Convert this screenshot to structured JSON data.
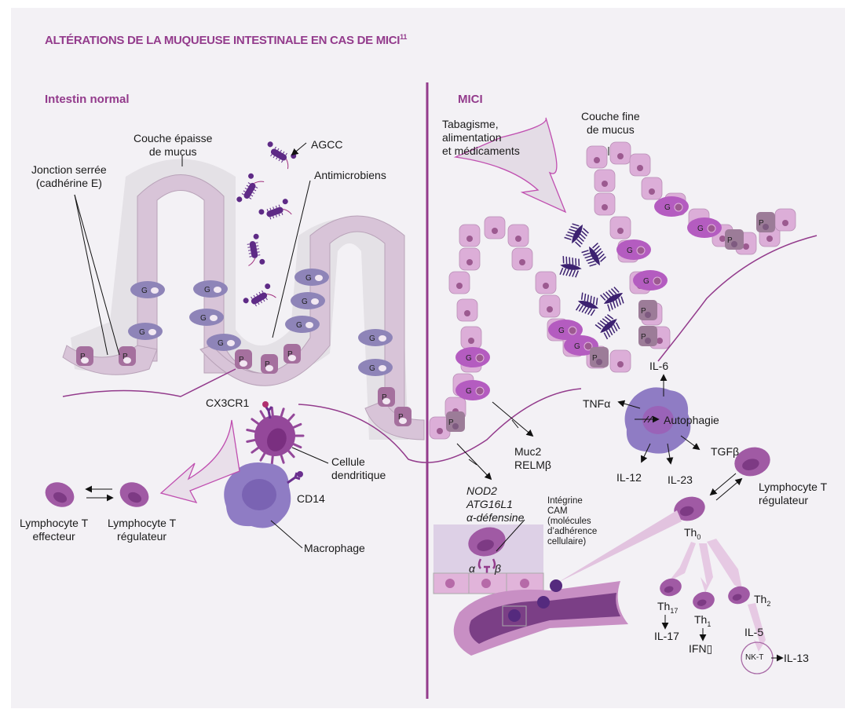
{
  "title": "ALTÉRATIONS DE LA MUQUEUSE INTESTINALE EN CAS DE MICI",
  "title_ref": "11",
  "colors": {
    "accent": "#933b8c",
    "panel_bg": "#f3f1f5",
    "normal_cell": "#d8c4d8",
    "normal_goblet": "#8e84b8",
    "normal_paneth": "#a5709e",
    "mici_cell": "#dcaed8",
    "mici_goblet": "#b45cc0",
    "mici_paneth": "#9c7c98",
    "bacteria": "#5e2a86",
    "macrophage": "#8f7cc4",
    "dendritic": "#94489a",
    "lymphocyte": "#a05aa4",
    "vessel": "#7b3f86"
  },
  "normal": {
    "heading": "Intestin normal",
    "labels": {
      "mucus": [
        "Couche épaisse",
        "de mucus"
      ],
      "tight_junction": [
        "Jonction serrée",
        "(cadhérine E)"
      ],
      "agcc": "AGCC",
      "antimicrobial": "Antimicrobiens",
      "cx3cr1": "CX3CR1",
      "dendritic": [
        "Cellule",
        "dendritique"
      ],
      "cd14": "CD14",
      "macrophage": "Macrophage",
      "t_effector": [
        "Lymphocyte T",
        "effecteur"
      ],
      "t_regulator": [
        "Lymphocyte T",
        "régulateur"
      ]
    },
    "cell_marks": {
      "goblet": "G",
      "paneth": "P"
    }
  },
  "mici": {
    "heading": "MICI",
    "labels": {
      "triggers": [
        "Tabagisme,",
        "alimentation",
        "et médicaments"
      ],
      "mucus": [
        "Couche fine",
        "de mucus"
      ],
      "il6": "IL-6",
      "tnfa": "TNFα",
      "autophagy": "Autophagie",
      "tgfb": "TGFβ",
      "il12": "IL-12",
      "il23": "IL-23",
      "t_regulator": [
        "Lymphocyte T",
        "régulateur"
      ],
      "muc2": [
        "Muc2",
        "RELMβ"
      ],
      "genes": [
        "NOD2",
        "ATG16L1",
        "α-défensine"
      ],
      "integrin": [
        "Intégrine",
        "CAM",
        "(molécules",
        "d’adhérence",
        "cellulaire)"
      ],
      "alpha": "α",
      "beta": "β",
      "th0": "Th",
      "th0_sub": "0",
      "th17": "Th",
      "th17_sub": "17",
      "il17": "IL-17",
      "th1": "Th",
      "th1_sub": "1",
      "ifn": "IFN▯",
      "th2": "Th",
      "th2_sub": "2",
      "il5": "IL-5",
      "nkt": "NK-T",
      "il13": "IL-13"
    },
    "cell_marks": {
      "goblet": "G",
      "paneth": "P"
    }
  }
}
